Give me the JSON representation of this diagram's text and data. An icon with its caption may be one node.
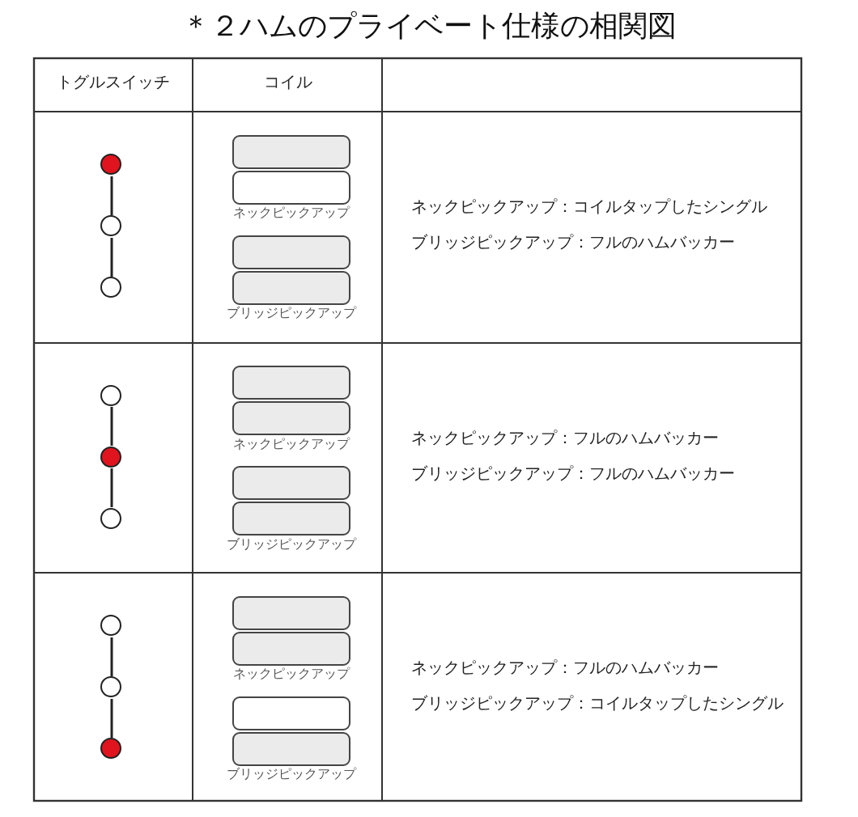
{
  "diagram": {
    "title": "＊２ハムのプライベート仕様の相関図",
    "nodes": [
      {
        "text": [],
        "shape": "circle"
      },
      {
        "text": [],
        "shape": "circle"
      },
      {
        "text": [],
        "shape": "circle"
      },
      {
        "text": [],
        "shape": "circle"
      },
      {
        "text": [],
        "shape": "circle"
      },
      {
        "text": [],
        "shape": "circle"
      },
      {
        "text": [],
        "shape": "circle"
      },
      {
        "text": [],
        "shape": "circle"
      },
      {
        "text": [],
        "shape": "circle"
      }
    ],
    "edges": [
      {
        "from": 0,
        "to": 1,
        "arrow": "none"
      },
      {
        "from": 1,
        "to": 2,
        "arrow": "none"
      },
      {
        "from": 3,
        "to": 4,
        "arrow": "none"
      },
      {
        "from": 4,
        "to": 5,
        "arrow": "none"
      },
      {
        "from": 6,
        "to": 7,
        "arrow": "none"
      },
      {
        "from": 7,
        "to": 8,
        "arrow": "none"
      }
    ],
    "labels": [
      "トグルスイッチ",
      "コイル",
      "ネックピックアップ",
      "ブリッジピックアップ",
      "ネックピックアップ：コイルタップしたシングル",
      "ブリッジピックアップ：フルのハムバッカー",
      "ネックピックアップ",
      "ブリッジピックアップ",
      "ネックピックアップ：フルのハムバッカー",
      "ブリッジピックアップ：フルのハムバッカー",
      "ネックピックアップ",
      "ブリッジピックアップ",
      "ネックピックアップ：フルのハムバッカー",
      "ブリッジピックアップ：コイルタップしたシングル"
    ]
  }
}
